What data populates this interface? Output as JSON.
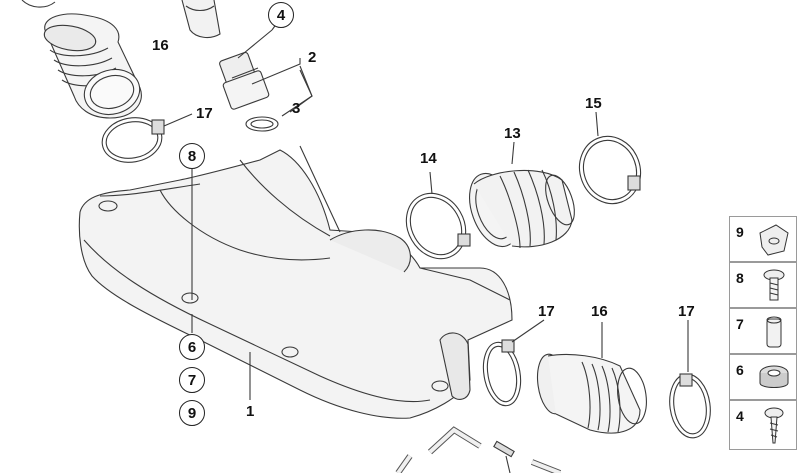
{
  "callouts": {
    "c1": "1",
    "c2": "2",
    "c3": "3",
    "c4": "4",
    "c6": "6",
    "c7": "7",
    "c8": "8",
    "c9": "9",
    "c13": "13",
    "c14": "14",
    "c15": "15",
    "c16_top": "16",
    "c16_bottom": "16",
    "c17_top": "17",
    "c17_mid": "17",
    "c17_right": "17"
  },
  "legend": [
    "9",
    "8",
    "7",
    "6",
    "4"
  ]
}
